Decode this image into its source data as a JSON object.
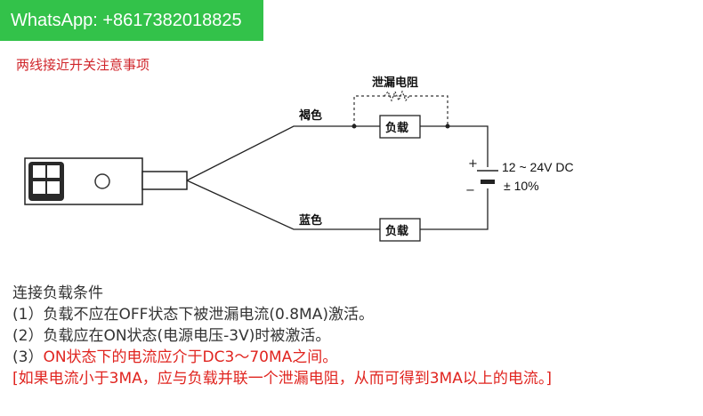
{
  "watermark": {
    "text": "WhatsApp: +8617382018825",
    "color": "#33c24a"
  },
  "title": "两线接近开关注意事项",
  "diagram": {
    "leak_resistor_label": "泄漏电阻",
    "brown_wire_label": "褐色",
    "blue_wire_label": "蓝色",
    "load_top_label": "负载",
    "load_bottom_label": "负载",
    "plus_sign": "+",
    "minus_sign": "−",
    "supply_voltage": "12 ~ 24V DC",
    "supply_tolerance": "± 10%"
  },
  "notes": {
    "heading": "连接负载条件",
    "item1": "(1）负载不应在OFF状态下被泄漏电流(0.8MA)激活。",
    "item2": "(2）负载应在ON状态(电源电压-3V)时被激活。",
    "item3_prefix": "(3）",
    "item3_text": "ON状态下的电流应介于DC3～70MA之间。",
    "item4": "[如果电流小于3MA，应与负载并联一个泄漏电阻，从而可得到3MA以上的电流。]"
  },
  "colors": {
    "accent_red": "#e0241f",
    "title_red": "#d0262b",
    "banner_green": "#33c24a"
  }
}
